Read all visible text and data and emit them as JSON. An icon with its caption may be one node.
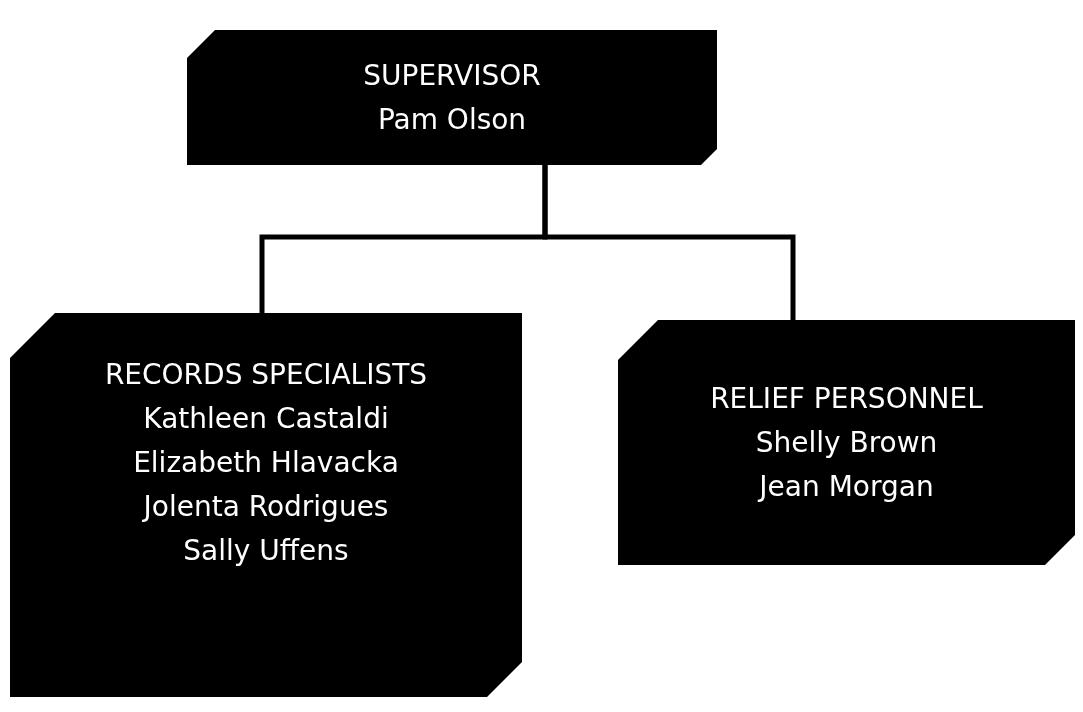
{
  "diagram": {
    "nodes": [
      {
        "text": [
          "SUPERVISOR",
          "Pam Olson"
        ]
      },
      {
        "text": [
          "RECORDS SPECIALISTS",
          "Kathleen Castaldi",
          "Elizabeth Hlavacka",
          "Jolenta Rodrigues",
          "Sally Uffens"
        ]
      },
      {
        "text": [
          "RELIEF PERSONNEL",
          "Shelly Brown",
          "Jean Morgan"
        ]
      }
    ],
    "edges": [
      {
        "from": 0,
        "to": 1,
        "arrow": "none"
      },
      {
        "from": 0,
        "to": 2,
        "arrow": "none"
      }
    ]
  }
}
